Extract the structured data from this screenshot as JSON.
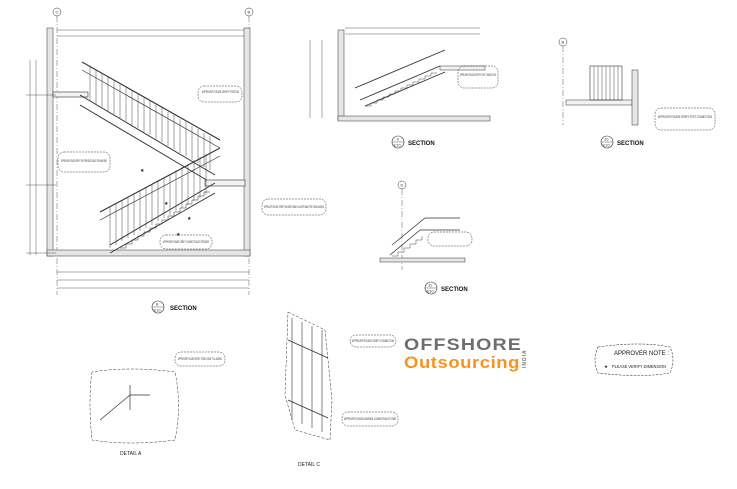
{
  "drawing": {
    "grid_tags": [
      "C",
      "B",
      "B",
      "D"
    ],
    "main_section": {
      "num": "8",
      "sheet": "E10",
      "label": "SECTION"
    },
    "section_9": {
      "num": "9",
      "sheet": "E10",
      "label": "SECTION"
    },
    "section_10": {
      "num": "10",
      "sheet": "E10",
      "label": "SECTION"
    },
    "section_11": {
      "num": "11",
      "sheet": "E10",
      "label": "SECTION"
    },
    "detail_a": "DETAIL A",
    "detail_c": "DETAIL C",
    "callouts": {
      "c1": "APPROVER PLEASE VERIFY POSITION",
      "c2": "APPROVER PLEASE VERIFY THE PROVIDED RAILS FOR HANDRAIL",
      "c3": "APPROVER PLEASE VERIFY WELDED FRAME IS ACCEPTABLE FOR STAIR LANDING",
      "c4": "APPROVER PLEASE VERIFY CONNECTION AT STRINGER",
      "c5": "APPROVER PLEASE VERIFY POST CONNECTION",
      "c6": "APPROVER PLEASE VERIFY POST CONNECTION",
      "c7": "APPROVER PLEASE VERIFY STAIR CONN. TO LANDING",
      "c8": "APPROVER PLEASE VERIFY CONNECTION",
      "c9": "APPROVER PLEASE HANDRAIL CONNECTION AT STAIR"
    }
  },
  "logo": {
    "line1": "OFFSHORE",
    "line2": "Outsourcing",
    "line3": "INDIA"
  },
  "approver_note": {
    "title": "APPROVER NOTE :",
    "bullet": "★",
    "text": "PLEASE VERIFY DIMENSION"
  }
}
